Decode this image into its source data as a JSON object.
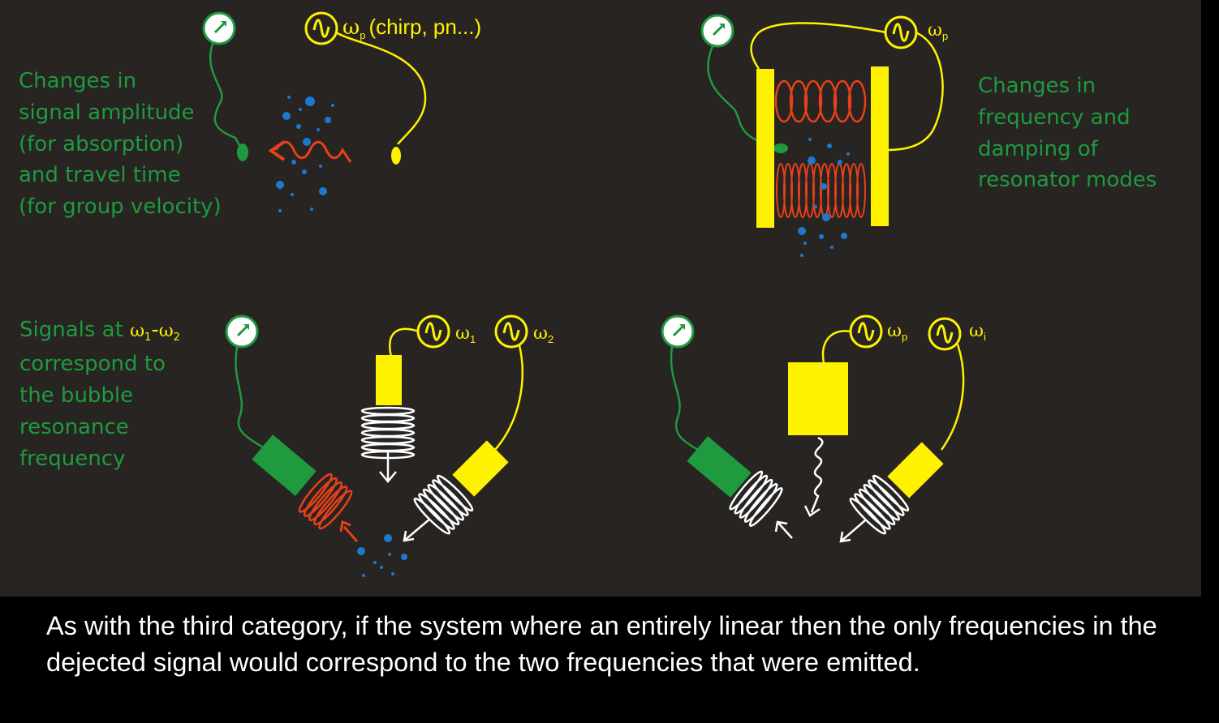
{
  "panels": {
    "a": {
      "label_lines": [
        "Changes in",
        "signal amplitude",
        "(for absorption)",
        "and travel time",
        "(for group velocity)"
      ],
      "source_omega": "ω",
      "source_sub": "p",
      "source_text": "(chirp, pn...)"
    },
    "b": {
      "label_lines": [
        "Changes in",
        "frequency and",
        "damping of",
        "resonator modes"
      ],
      "source_omega": "ω",
      "source_sub": "p"
    },
    "c": {
      "label_pre": "Signals at ",
      "label_w1": "ω",
      "label_s1": "1",
      "label_dash": "-",
      "label_w2": "ω",
      "label_s2": "2",
      "label_lines": [
        "correspond to",
        "the bubble",
        "resonance",
        "frequency"
      ],
      "source1_omega": "ω",
      "source1_sub": "1",
      "source2_omega": "ω",
      "source2_sub": "2"
    },
    "d": {
      "source1_omega": "ω",
      "source1_sub": "p",
      "source2_omega": "ω",
      "source2_sub": "i"
    }
  },
  "caption": "As with the third category, if the system where an entirely linear then the only frequencies in the dejected signal would correspond to the two frequencies that were emitted.",
  "colors": {
    "background": "#272422",
    "green": "#1f9a3f",
    "yellow": "#fff200",
    "red": "#e8401a",
    "blue": "#1f78d0",
    "white": "#ffffff"
  }
}
